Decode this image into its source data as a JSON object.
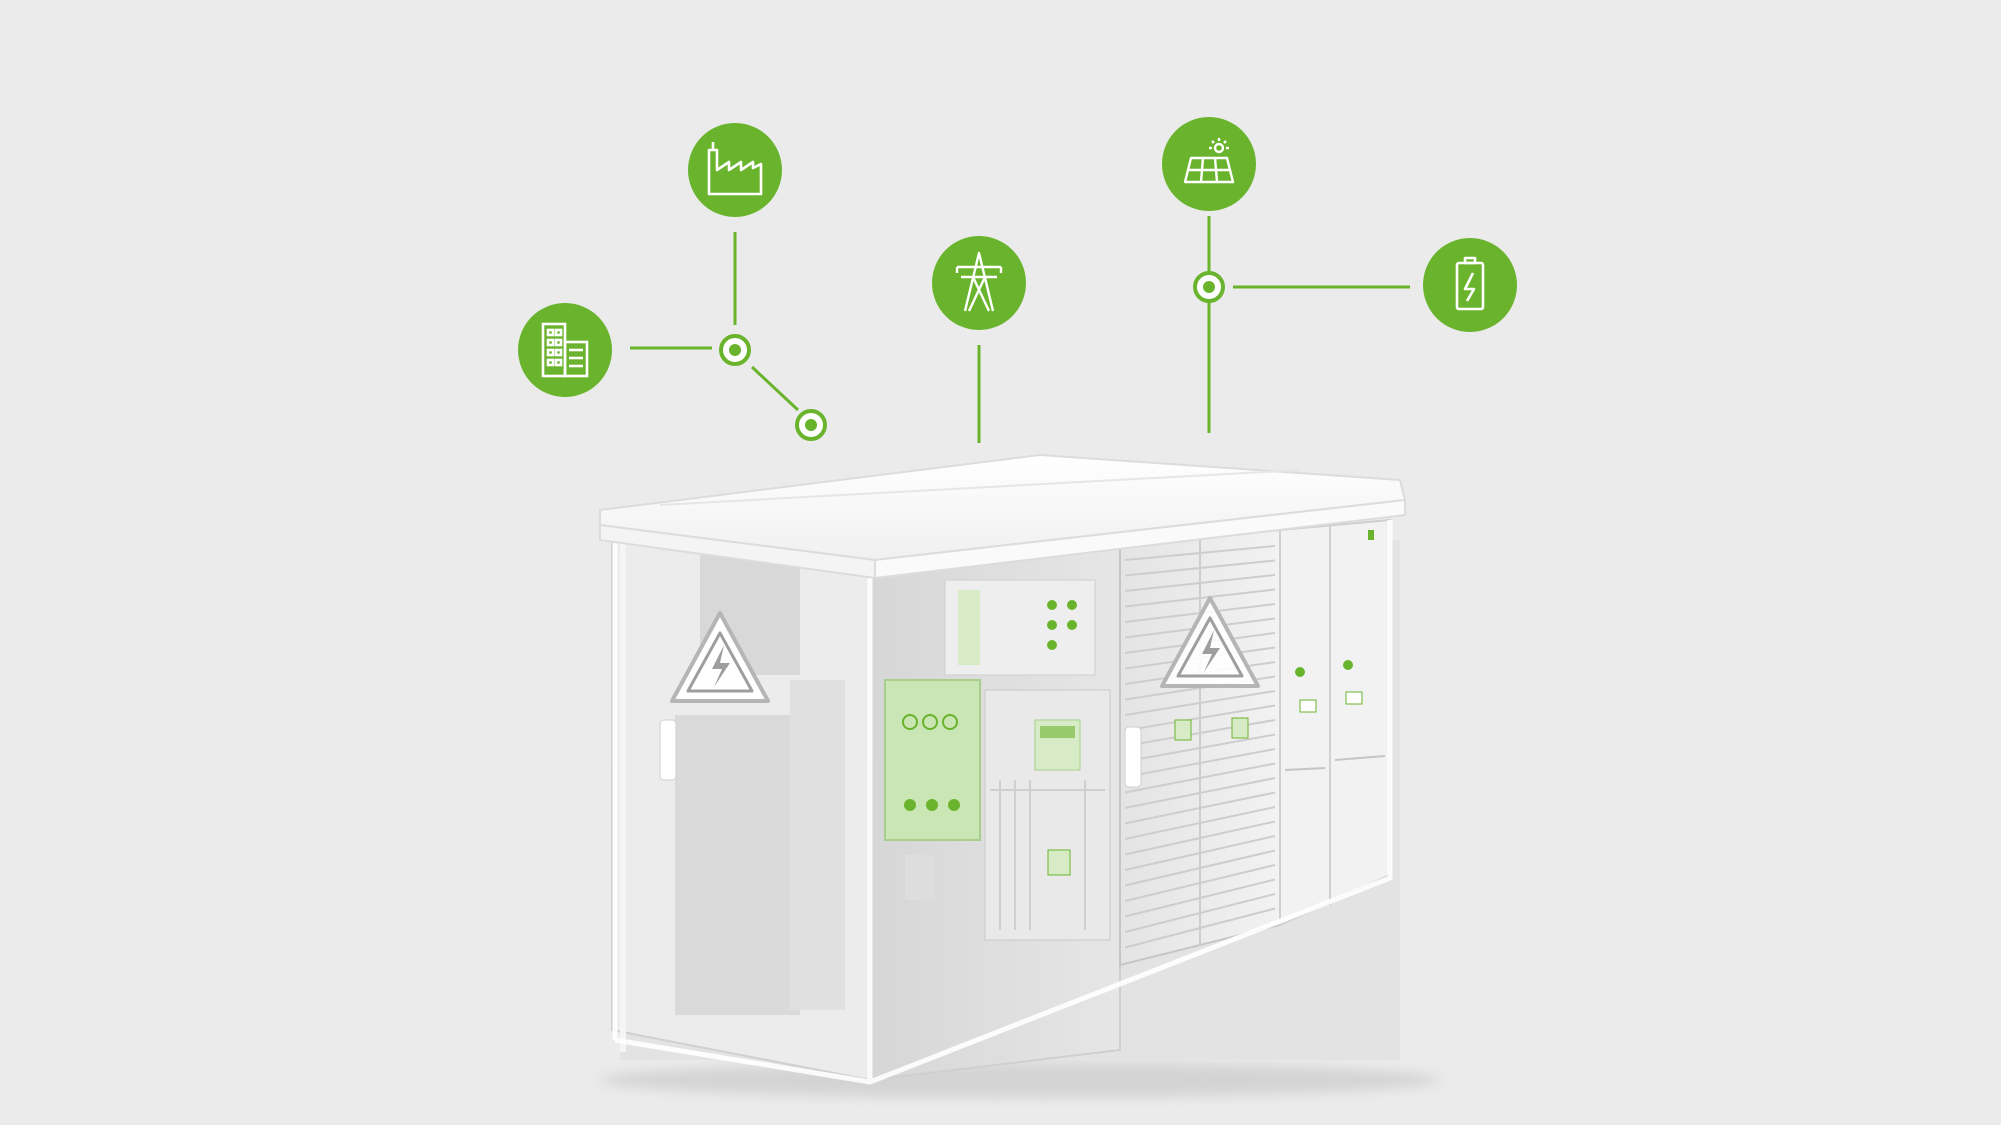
{
  "colors": {
    "background": "#ebebeb",
    "accent_green": "#6ab42d",
    "light_green": "#c9e6b4",
    "housing_white": "#f7f7f7",
    "housing_edge": "#d9d9d9",
    "interior_grey": "#dcdcdc"
  },
  "nodes": [
    {
      "id": "building",
      "icon": "building-icon"
    },
    {
      "id": "factory",
      "icon": "factory-icon"
    },
    {
      "id": "grid",
      "icon": "power-pylon-icon"
    },
    {
      "id": "solar",
      "icon": "solar-panel-icon"
    },
    {
      "id": "battery",
      "icon": "battery-charge-icon"
    }
  ],
  "junctions": [
    {
      "id": "left-hub"
    },
    {
      "id": "left-end"
    },
    {
      "id": "right-hub"
    }
  ],
  "warning_signs": [
    {
      "id": "left-compartment",
      "icon": "high-voltage-warning-icon"
    },
    {
      "id": "right-rack",
      "icon": "high-voltage-warning-icon"
    }
  ]
}
